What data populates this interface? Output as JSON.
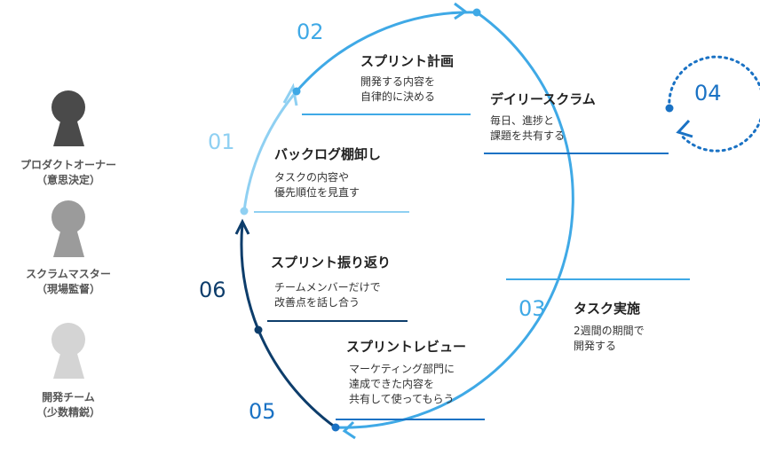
{
  "colors": {
    "light_blue": "#8fd0f2",
    "mid_blue": "#3fa9e6",
    "deep_blue": "#1a72c4",
    "navy": "#0d3d6b",
    "owner_gray": "#4a4a4a",
    "master_gray": "#9b9b9b",
    "team_gray": "#d4d4d4"
  },
  "roles": [
    {
      "name": "プロダクトオーナー",
      "sub": "（意思決定）",
      "icon": "person-keyhole-icon"
    },
    {
      "name": "スクラムマスター",
      "sub": "（現場監督）",
      "icon": "person-keyhole-icon"
    },
    {
      "name": "開発チーム",
      "sub": "（少数精鋭）",
      "icon": "person-keyhole-icon"
    }
  ],
  "steps": [
    {
      "num": "01",
      "title": "バックログ棚卸し",
      "desc1": "タスクの内容や",
      "desc2": "優先順位を見直す"
    },
    {
      "num": "02",
      "title": "スプリント計画",
      "desc1": "開発する内容を",
      "desc2": "自律的に決める"
    },
    {
      "num": "03",
      "title": "タスク実施",
      "desc1": "2週間の期間で",
      "desc2": "開発する"
    },
    {
      "num": "04",
      "title": "デイリースクラム",
      "desc1": "毎日、進捗と",
      "desc2": "課題を共有する"
    },
    {
      "num": "05",
      "title": "スプリントレビュー",
      "desc1": "マーケティング部門に",
      "desc2": "達成できた内容を",
      "desc3": "共有して使ってもらう"
    },
    {
      "num": "06",
      "title": "スプリント振り返り",
      "desc1": "チームメンバーだけで",
      "desc2": "改善点を話し合う"
    }
  ]
}
